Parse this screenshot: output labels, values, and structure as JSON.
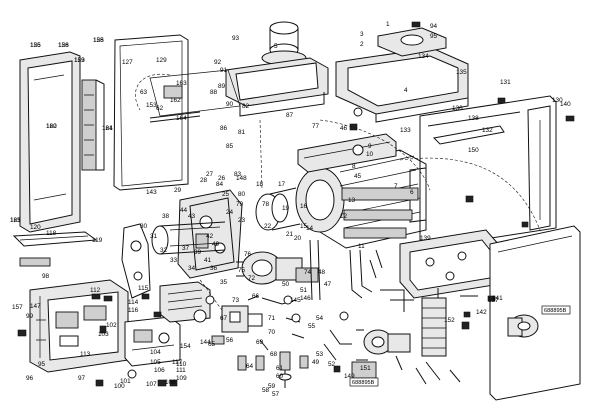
{
  "diagram": {
    "type": "exploded-parts-view",
    "callouts": [
      "126",
      "128",
      "125",
      "123",
      "122",
      "124",
      "121",
      "120",
      "119",
      "118",
      "117",
      "98",
      "97",
      "96",
      "95",
      "99",
      "100",
      "101",
      "102",
      "103",
      "104",
      "105",
      "106",
      "107",
      "108",
      "109",
      "110",
      "111",
      "112",
      "113",
      "114",
      "115",
      "116",
      "157",
      "147",
      "129",
      "127",
      "163",
      "162",
      "164",
      "153",
      "63",
      "62",
      "92",
      "93",
      "91",
      "90",
      "89",
      "88",
      "87",
      "86",
      "85",
      "84",
      "83",
      "82",
      "81",
      "80",
      "79",
      "78",
      "77",
      "76",
      "75",
      "74",
      "73",
      "72",
      "71",
      "70",
      "69",
      "68",
      "67",
      "66",
      "65",
      "64",
      "61",
      "60",
      "59",
      "58",
      "57",
      "56",
      "55",
      "54",
      "53",
      "52",
      "51",
      "50",
      "49",
      "48",
      "47",
      "46",
      "45",
      "44",
      "43",
      "42",
      "41",
      "40",
      "39",
      "38",
      "37",
      "36",
      "35",
      "34",
      "33",
      "32",
      "31",
      "30",
      "29",
      "28",
      "27",
      "26",
      "25",
      "24",
      "23",
      "22",
      "21",
      "20",
      "19",
      "18",
      "17",
      "16",
      "15",
      "14",
      "13",
      "12",
      "11",
      "10",
      "9",
      "8",
      "7",
      "6",
      "5",
      "4",
      "3",
      "2",
      "1",
      "94",
      "95",
      "134",
      "135",
      "133",
      "136",
      "137",
      "138",
      "132",
      "150",
      "139",
      "131",
      "130",
      "140",
      "141",
      "142",
      "143",
      "144",
      "145",
      "146",
      "148",
      "149",
      "151",
      "152",
      "154",
      "155",
      "156",
      "158",
      "159",
      "160",
      "161",
      "165"
    ],
    "code_labels": [
      "688895B",
      "688895B"
    ]
  },
  "colors": {
    "line": "#111111",
    "fill": "#e8e8e8",
    "background": "#ffffff"
  }
}
